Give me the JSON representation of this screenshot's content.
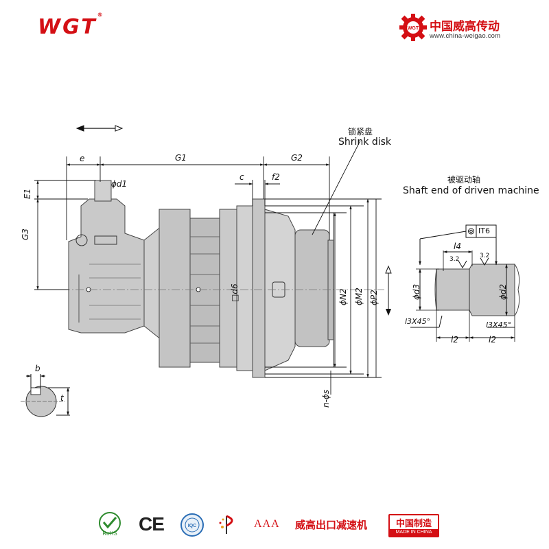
{
  "header": {
    "logo_text": "WGT",
    "logo_mark": "®",
    "brand_name": "中国威高传动",
    "brand_url": "www.china-weigao.com"
  },
  "drawing": {
    "labels": {
      "e": "e",
      "g1": "G1",
      "g2": "G2",
      "g3": "G3",
      "e1": "E1",
      "d1": "ϕd1",
      "c": "c",
      "f2": "f2",
      "d6": "□d6",
      "n2": "ϕN2",
      "m2": "ϕM2",
      "p2": "ϕP2",
      "ns": "n-ϕs",
      "b": "b",
      "t": "t",
      "shrink_cn": "锁紧盘",
      "shrink_en": "Shrink disk",
      "shaft_cn": "被驱动轴",
      "shaft_en": "Shaft end of driven machine",
      "it6": "IT6",
      "l4": "l4",
      "r1": "3.2",
      "r2": "3.2",
      "d3": "ϕd3",
      "d2": "ϕd2",
      "c1": "l3X45°",
      "c2": "l3X45°",
      "l2a": "l2",
      "l2b": "l2"
    }
  },
  "footer": {
    "rohs": "RoHS",
    "ce": "CE",
    "iso": "IQC",
    "aaa": "AAA",
    "slogan": "威高出口减速机",
    "made_cn": "中国制造",
    "made_en": "MADE IN CHINA"
  }
}
